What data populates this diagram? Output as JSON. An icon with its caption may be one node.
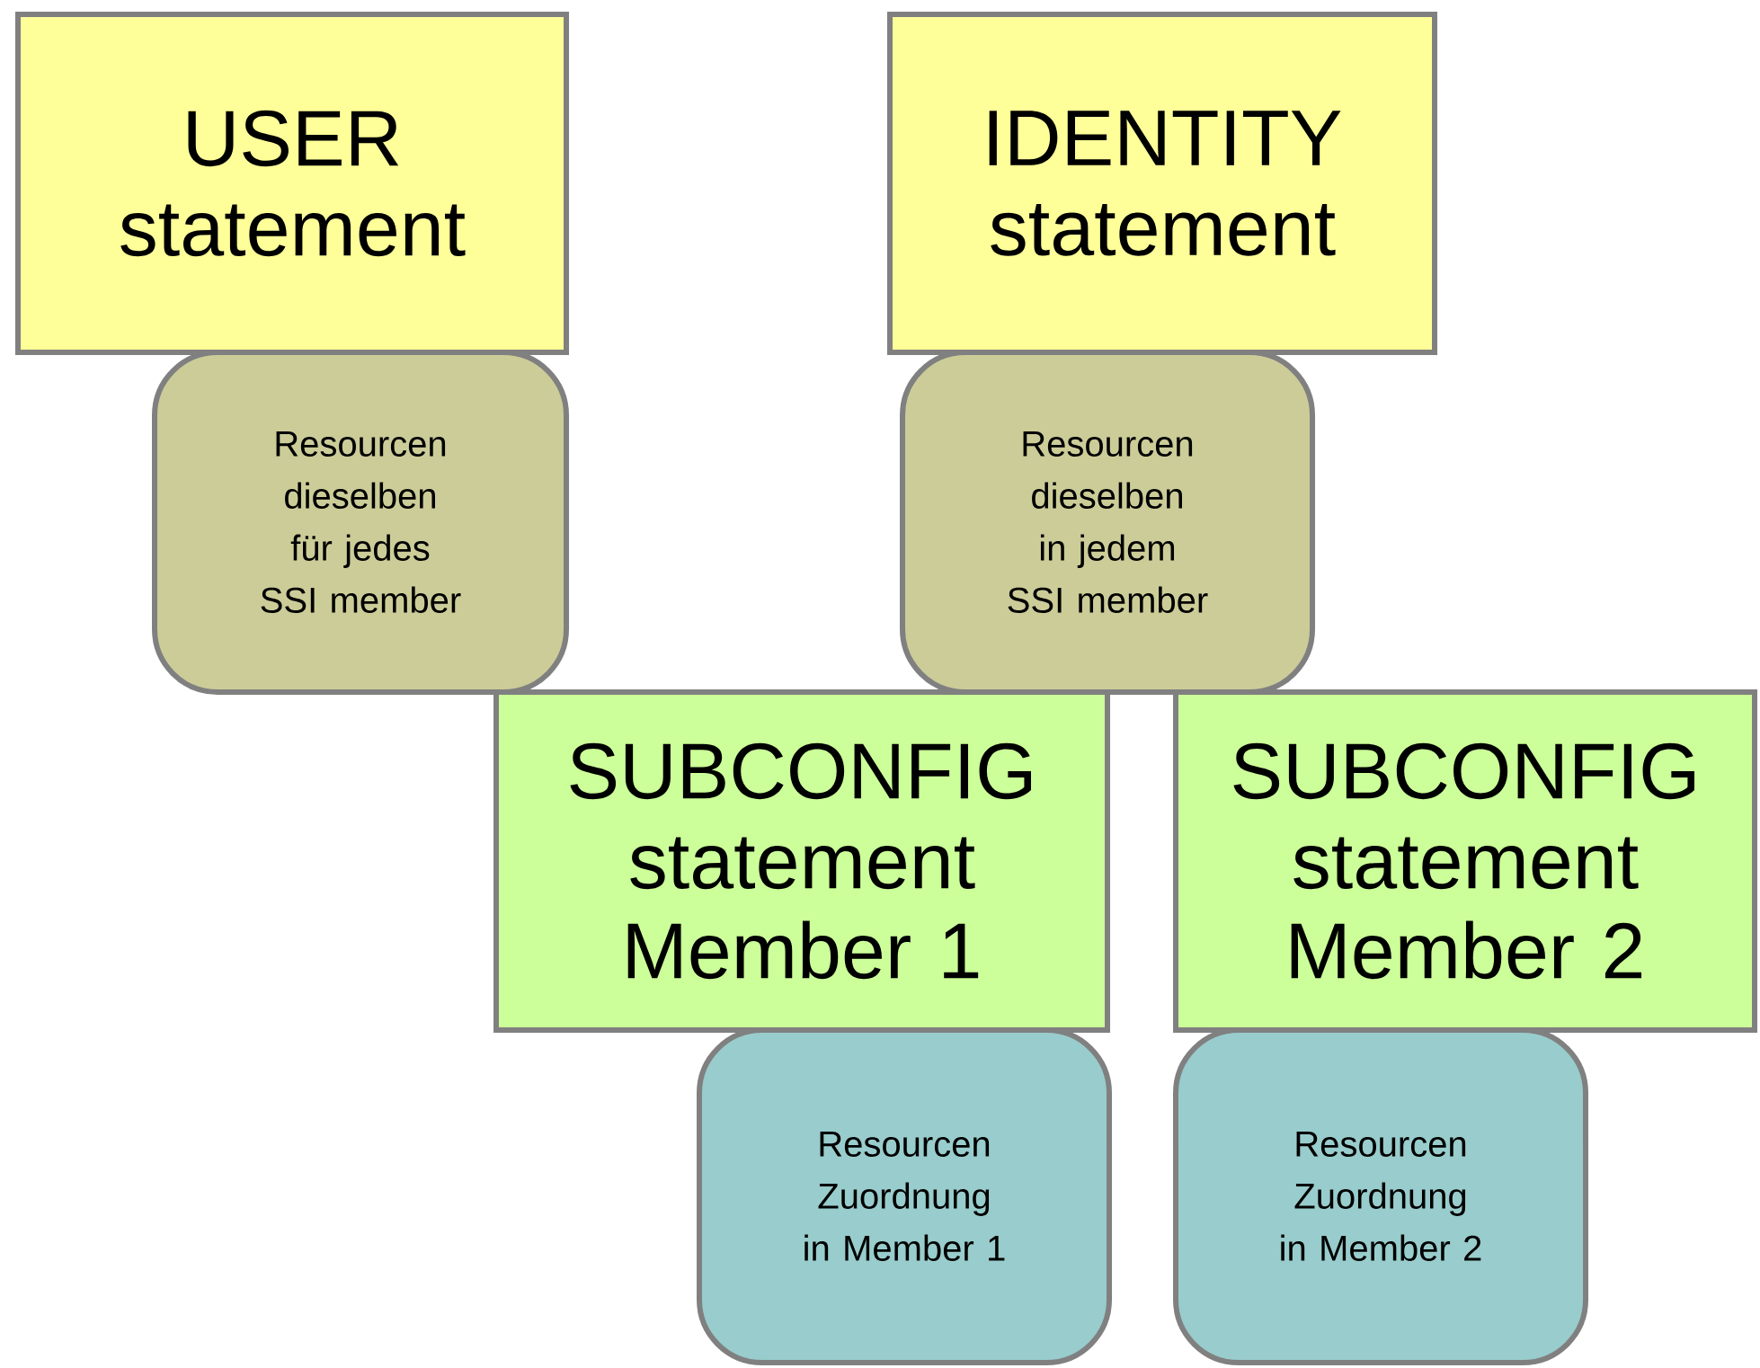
{
  "diagram": {
    "nodes": [
      {
        "text": [
          "USER statement"
        ]
      },
      {
        "text": [
          "Resourcen dieselben für jedes SSI member"
        ]
      },
      {
        "text": [
          "IDENTITY statement"
        ]
      },
      {
        "text": [
          "Resourcen dieselben in jedem SSI member"
        ]
      },
      {
        "text": [
          "SUBCONFIG statement Member 1"
        ]
      },
      {
        "text": [
          "Resourcen Zuordnung in Member 1"
        ]
      },
      {
        "text": [
          "SUBCONFIG statement Member 2"
        ]
      },
      {
        "text": [
          "Resourcen Zuordnung in Member 2"
        ]
      }
    ]
  }
}
